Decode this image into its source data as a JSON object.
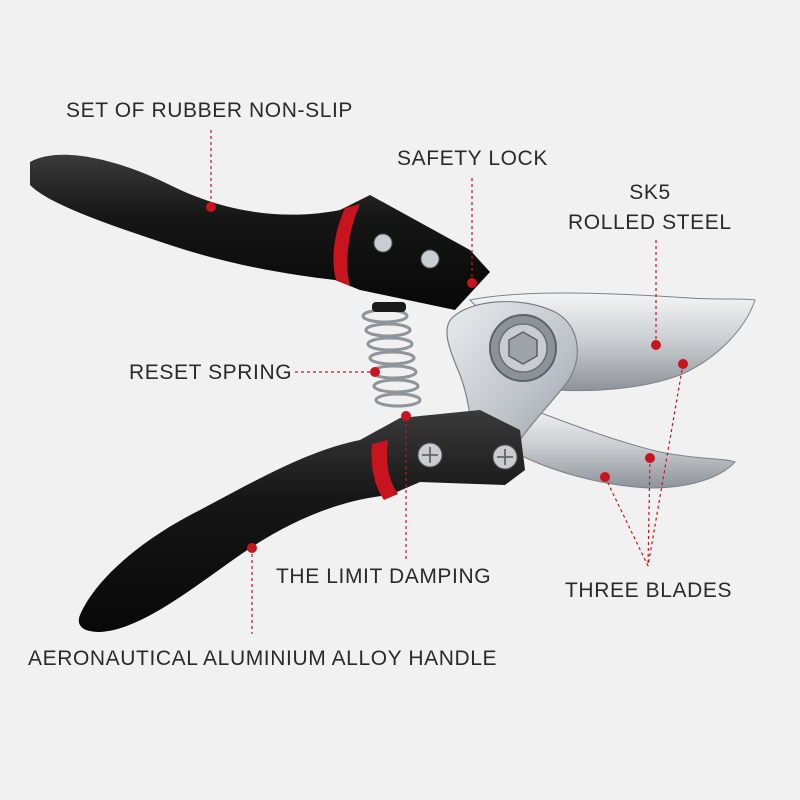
{
  "callouts": {
    "rubber": "SET OF RUBBER NON-SLIP",
    "safety_lock": "SAFETY LOCK",
    "steel_line1": "SK5",
    "steel_line2": "ROLLED STEEL",
    "reset_spring": "RESET SPRING",
    "limit_damping": "THE LIMIT DAMPING",
    "three_blades": "THREE BLADES",
    "handle": "AERONAUTICAL ALUMINIUM ALLOY HANDLE"
  },
  "colors": {
    "background": "#f1f1f1",
    "handle": "#141414",
    "accent_red": "#c8141e",
    "blade": "#d9dcdf",
    "leader_line": "#c8141e",
    "text": "#2a2a2a"
  }
}
